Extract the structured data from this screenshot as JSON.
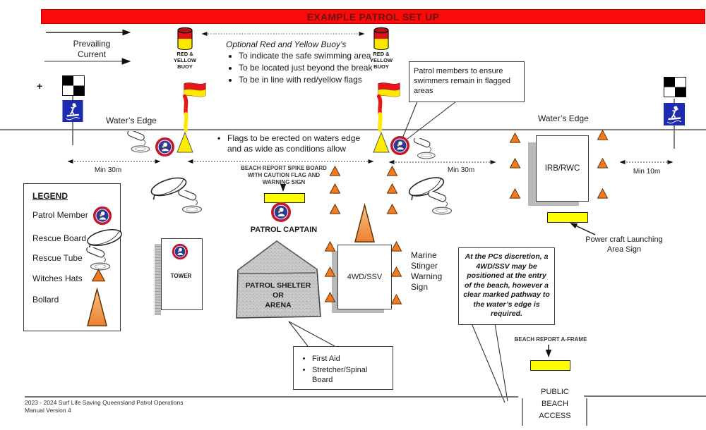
{
  "title": "EXAMPLE PATROL SET UP",
  "colors": {
    "bar_red": "#fb0a0a",
    "title_text": "#6d1010",
    "hat_orange": "#f47a20",
    "flag_red": "#e8151c",
    "flag_yellow": "#ffe800",
    "sign_blue": "#1d2cae",
    "patrol_ring": "#c2172f",
    "patrol_core": "#2b3a96"
  },
  "top": {
    "prevailing_line1": "Prevailing",
    "prevailing_line2": "Current",
    "plus_sign": "+",
    "buoy_left_label": "RED & YELLOW BUOY",
    "buoy_right_label": "RED & YELLOW BUOY",
    "optional": {
      "heading": "Optional Red and Yellow Buoy’s",
      "bullets": [
        "To indicate the safe swimming area",
        "To be located just beyond the break",
        "To be in line with red/yellow flags"
      ]
    }
  },
  "waterline": {
    "left_label": "Water’s Edge",
    "right_label": "Water’s Edge"
  },
  "flags_note": {
    "line1": "Flags to be erected on waters edge",
    "line2": "and as wide as conditions allow"
  },
  "measurements": {
    "min30_left": "Min 30m",
    "min30_right": "Min 30m",
    "min10": "Min 10m"
  },
  "spike_board": {
    "lines": [
      "BEACH REPORT SPIKE BOARD",
      "WITH CAUTION FLAG AND",
      "WARNING SIGN"
    ]
  },
  "patrol_captain_label": "PATROL CAPTAIN",
  "legend": {
    "title": "LEGEND",
    "items": [
      {
        "label": "Patrol Member"
      },
      {
        "label": "Rescue Board"
      },
      {
        "label": "Rescue Tube"
      },
      {
        "label": "Witches Hats"
      },
      {
        "label": "Bollard"
      }
    ]
  },
  "structures": {
    "tower": "TOWER",
    "shelter_lines": [
      "PATROL SHELTER",
      "OR",
      "ARENA"
    ],
    "vehicle": "4WD/SSV",
    "irb": "IRB/RWC"
  },
  "signs": {
    "marine_stinger": "Marine Stinger Warning Sign",
    "powercraft": "Power craft Launching Area Sign",
    "aframe": "BEACH REPORT A-FRAME",
    "public_access": "PUBLIC BEACH ACCESS"
  },
  "notes": {
    "patrol_members": "Patrol members to ensure swimmers remain in flagged areas",
    "pcs": "At the PCs discretion, a 4WD/SSV may be positioned at the entry of the beach, however a clear marked pathway to the water’s edge is required."
  },
  "first_aid": {
    "bullets": [
      "First Aid",
      "Stretcher/Spinal Board"
    ]
  },
  "footer": {
    "line1": "2023 - 2024 Surf Life Saving Queensland Patrol Operations",
    "line2": "Manual Version 4"
  }
}
